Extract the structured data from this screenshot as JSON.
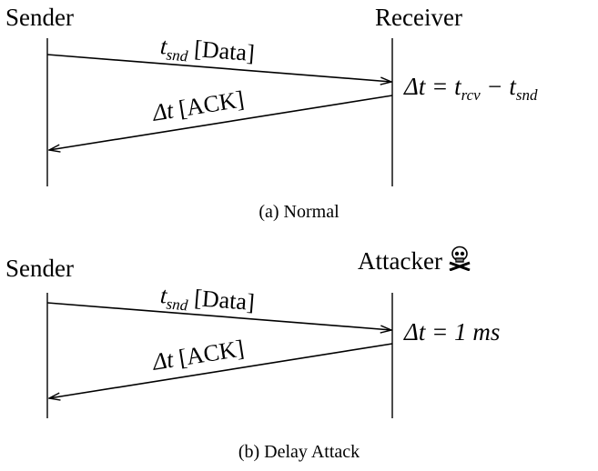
{
  "panels": [
    {
      "left_actor": "Sender",
      "right_actor": "Receiver",
      "data_message": {
        "var": "t",
        "sub": "snd",
        "text": "[Data]"
      },
      "ack_message": {
        "var": "Δt",
        "text": "[ACK]"
      },
      "equation": {
        "lhs": "Δt = t",
        "rcv_sub": "rcv",
        "minus": " − t",
        "snd_sub": "snd"
      },
      "caption": "(a)  Normal"
    },
    {
      "left_actor": "Sender",
      "right_actor": "Attacker",
      "right_actor_icon": "skull-crossbones-icon",
      "data_message": {
        "var": "t",
        "sub": "snd",
        "text": "[Data]"
      },
      "ack_message": {
        "var": "Δt",
        "text": "[ACK]"
      },
      "equation": {
        "lhs": "Δt = 1 ",
        "unit": "ms"
      },
      "caption": "(b)  Delay Attack"
    }
  ]
}
